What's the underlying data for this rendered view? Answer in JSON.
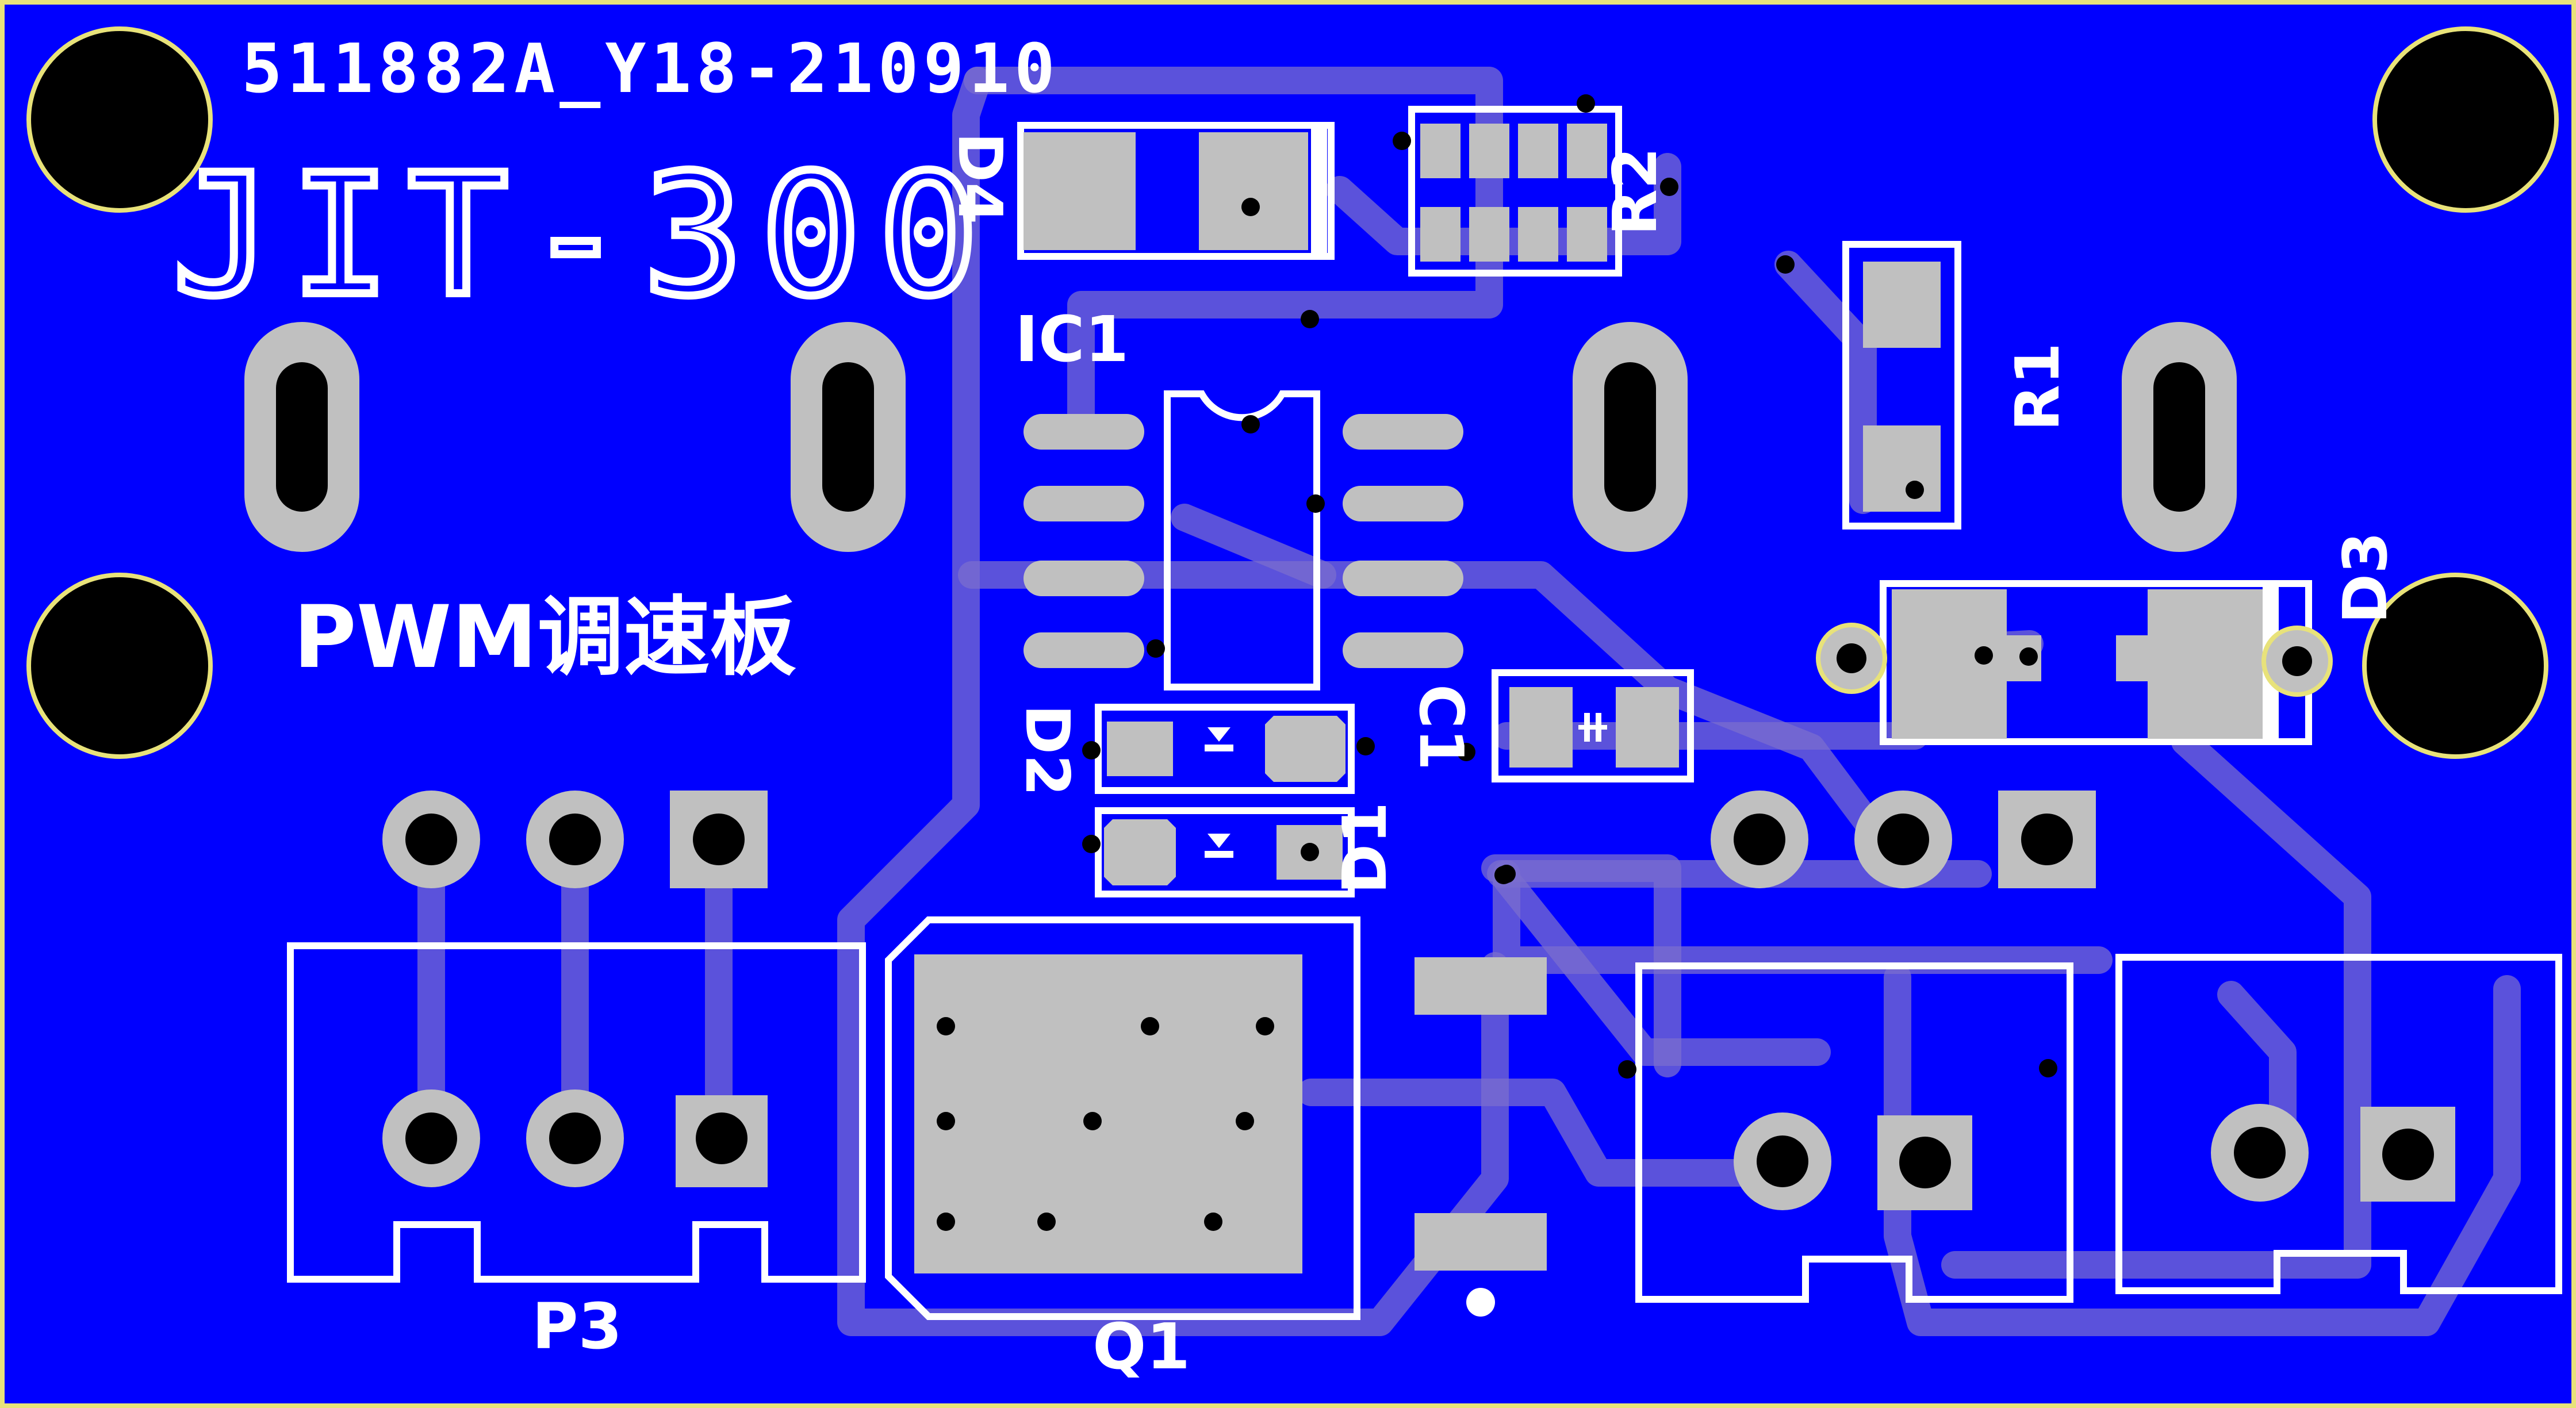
{
  "colors": {
    "board": "#0000ff",
    "silkscreen": "#ffffff",
    "pad": "#c0c0c0",
    "trace": "#7a6ecf",
    "hole": "#000000",
    "edge": "#e8e27a"
  },
  "labels": {
    "serial": "511882A_Y18-210910",
    "model": "JIT-300",
    "title": "PWM调速板"
  },
  "designators": {
    "ic1": "IC1",
    "d1": "D1",
    "d2": "D2",
    "d3": "D3",
    "d4": "D4",
    "r1": "R1",
    "r2": "R2",
    "c1": "C1",
    "p3": "P3",
    "q1": "Q1"
  }
}
